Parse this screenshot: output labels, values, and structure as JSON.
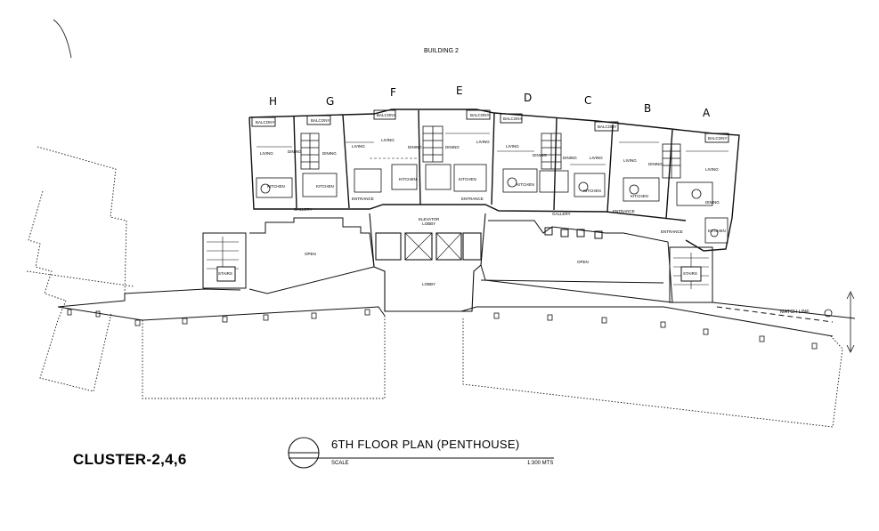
{
  "header": {
    "building": "BUILDING 2"
  },
  "units": [
    "H",
    "G",
    "F",
    "E",
    "D",
    "C",
    "B",
    "A"
  ],
  "rooms": {
    "balcony": "BALCONY",
    "living": "LIVING",
    "dining": "DINING",
    "kitchen": "KITCHEN",
    "entrance": "ENTRANCE",
    "gallery": "GALLERY",
    "open": "OPEN",
    "elevator_lobby": "ELEVATOR\nLOBBY",
    "lobby": "LOBBY",
    "stairs": "STAIRS"
  },
  "match_line": "MATCH LINE",
  "footer": {
    "cluster": "CLUSTER-2,4,6",
    "title": "6TH FLOOR PLAN (PENTHOUSE)",
    "scale_label": "SCALE",
    "scale_value": "1:300 MTS"
  }
}
